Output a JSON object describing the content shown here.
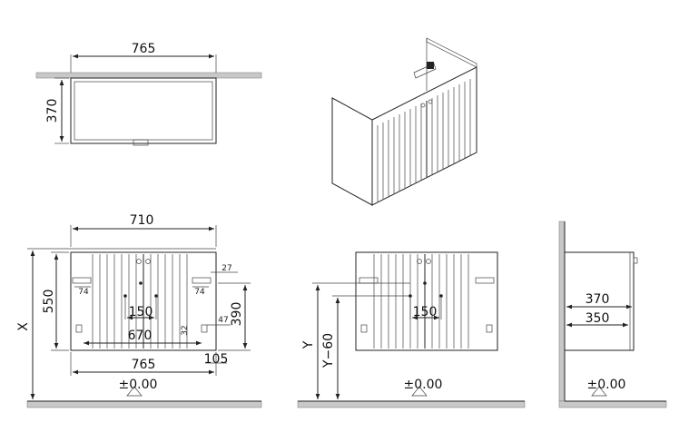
{
  "colors": {
    "line": "#222222",
    "floor": "#c8c8c8",
    "background": "#ffffff"
  },
  "top_view": {
    "width_label": "765",
    "depth_label": "370"
  },
  "front_view": {
    "inner_width_label": "710",
    "height_label": "550",
    "x_label": "X",
    "bracket_offset_label": "27",
    "bracket_small_left": "74",
    "bracket_small_right": "74",
    "hole_spacing_label": "150",
    "lower_width_label": "670",
    "right_small_label": "47",
    "mount_height_label": "390",
    "mount_small_label": "32",
    "total_width_label": "765",
    "side_offset_label": "105",
    "floor_label": "±0.00"
  },
  "rear_view": {
    "y_label": "Y",
    "y_minus_label": "Y−60",
    "hole_spacing_label": "150",
    "floor_label": "±0.00"
  },
  "side_view": {
    "depth_label": "370",
    "inner_depth_label": "350",
    "floor_label": "±0.00"
  }
}
